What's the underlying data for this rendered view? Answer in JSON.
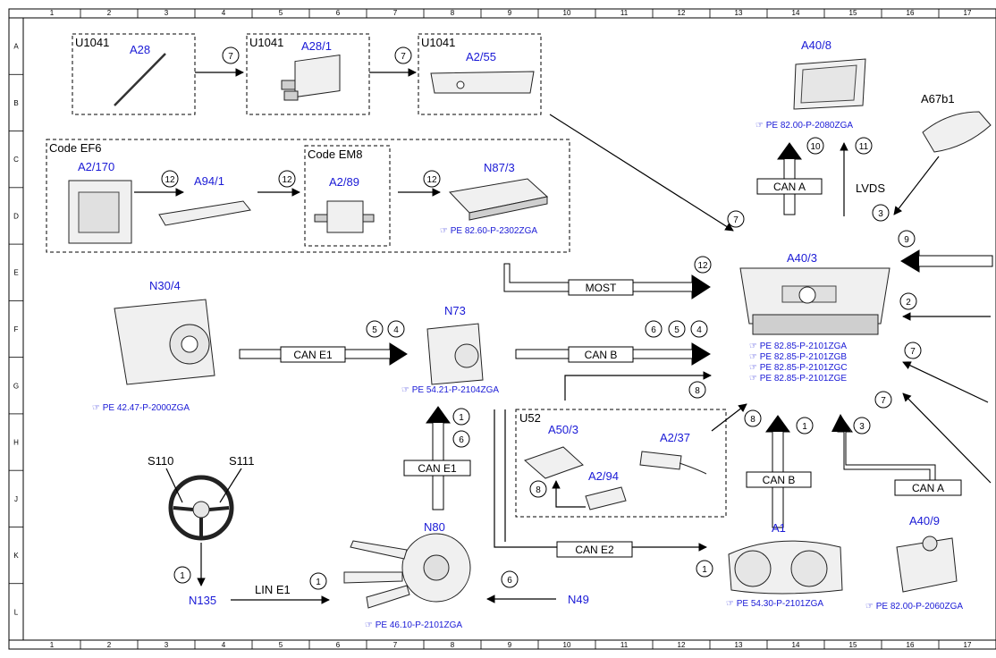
{
  "grid": {
    "columns": [
      "1",
      "2",
      "3",
      "4",
      "5",
      "6",
      "7",
      "8",
      "9",
      "10",
      "11",
      "12",
      "13",
      "14",
      "15",
      "16",
      "17"
    ],
    "rows": [
      "A",
      "B",
      "C",
      "D",
      "E",
      "F",
      "G",
      "H",
      "J",
      "K",
      "L"
    ]
  },
  "groups": {
    "u1041": "U1041",
    "code_ef6": "Code EF6",
    "code_em8": "Code EM8",
    "u52": "U52"
  },
  "components": {
    "a28": "A28",
    "a28_1": "A28/1",
    "a2_55": "A2/55",
    "a40_8": "A40/8",
    "a67b1": "A67b1",
    "a2_170": "A2/170",
    "a94_1": "A94/1",
    "a2_89": "A2/89",
    "n87_3": "N87/3",
    "a40_3": "A40/3",
    "n30_4": "N30/4",
    "n73": "N73",
    "a50_3": "A50/3",
    "a2_37": "A2/37",
    "a2_94": "A2/94",
    "s110": "S110",
    "s111": "S111",
    "n135": "N135",
    "n80": "N80",
    "n49": "N49",
    "a1": "A1",
    "a40_9": "A40/9"
  },
  "references": {
    "a40_8": "PE 82.00-P-2080ZGA",
    "n87_3": "PE 82.60-P-2302ZGA",
    "a40_3_a": "PE 82.85-P-2101ZGA",
    "a40_3_b": "PE 82.85-P-2101ZGB",
    "a40_3_c": "PE 82.85-P-2101ZGC",
    "a40_3_e": "PE 82.85-P-2101ZGE",
    "n30_4": "PE 42.47-P-2000ZGA",
    "n73": "PE 54.21-P-2104ZGA",
    "n80": "PE 46.10-P-2101ZGA",
    "a1": "PE 54.30-P-2101ZGA",
    "a40_9": "PE 82.00-P-2060ZGA"
  },
  "buses": {
    "can_a_top": "CAN A",
    "lvds": "LVDS",
    "most": "MOST",
    "can_e1_left": "CAN E1",
    "can_b_mid": "CAN B",
    "can_e1_vertical": "CAN E1",
    "can_b_low": "CAN B",
    "can_a_low": "CAN A",
    "can_e2": "CAN E2",
    "lin_e1": "LIN E1"
  },
  "numbers": {
    "n7a": "7",
    "n7b": "7",
    "n10": "10",
    "n11": "11",
    "n12a": "12",
    "n12b": "12",
    "n12c": "12",
    "n3a": "3",
    "n7c": "7",
    "n9": "9",
    "n12d": "12",
    "n2": "2",
    "n5a": "5",
    "n4a": "4",
    "n6a": "6",
    "n5b": "5",
    "n4b": "4",
    "n8a": "8",
    "n7d": "7",
    "n7e": "7",
    "n1a": "1",
    "n6b": "6",
    "n8b": "8",
    "n1b": "1",
    "n3b": "3",
    "n8c": "8",
    "n1c": "1",
    "n1d": "1",
    "n6c": "6",
    "n1e": "1"
  }
}
